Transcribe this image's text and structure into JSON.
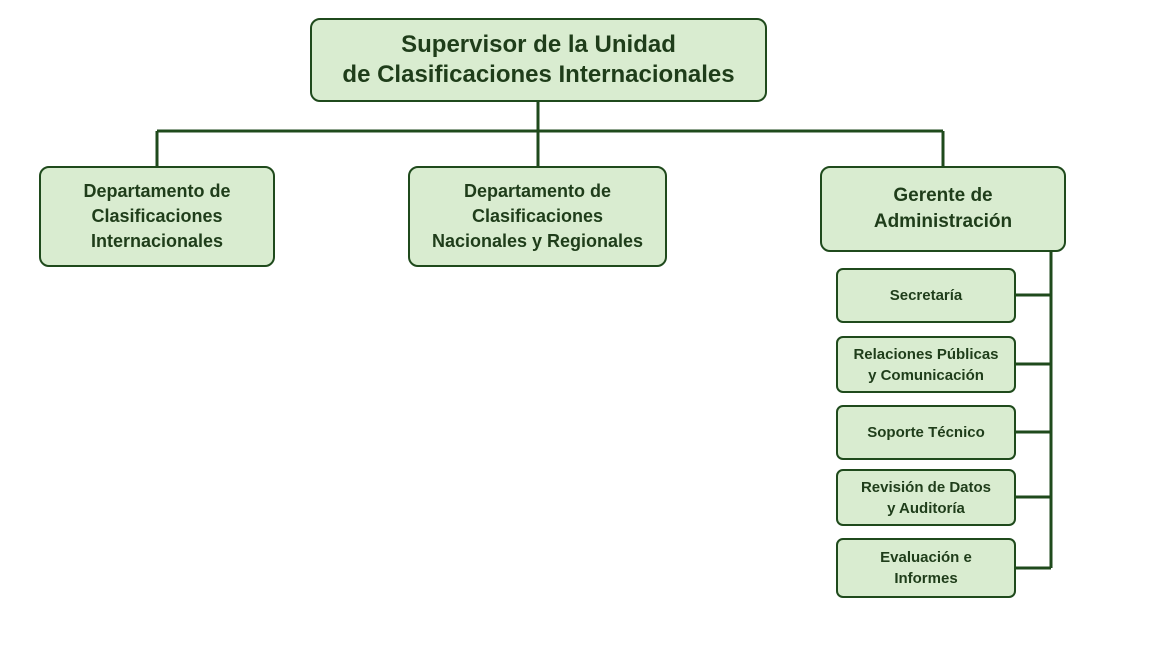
{
  "chart": {
    "root": {
      "label": "Supervisor de la Unidad\nde Clasificaciones Internacionales"
    },
    "departments": [
      {
        "label": "Departamento de\nClasificaciones\nInternacionales"
      },
      {
        "label": "Departamento de\nClasificaciones\nNacionales y Regionales"
      },
      {
        "label": "Gerente de\nAdministración"
      }
    ],
    "administration_units": [
      {
        "label": "Secretaría"
      },
      {
        "label": "Relaciones Públicas\ny Comunicación"
      },
      {
        "label": "Soporte Técnico"
      },
      {
        "label": "Revisión de Datos\ny Auditoría"
      },
      {
        "label": "Evaluación e\nInformes"
      }
    ]
  },
  "colors": {
    "box_fill": "#d9ecd0",
    "box_border": "#1f4a1c",
    "connector": "#1f4a1c",
    "text": "#1f3d1a"
  }
}
